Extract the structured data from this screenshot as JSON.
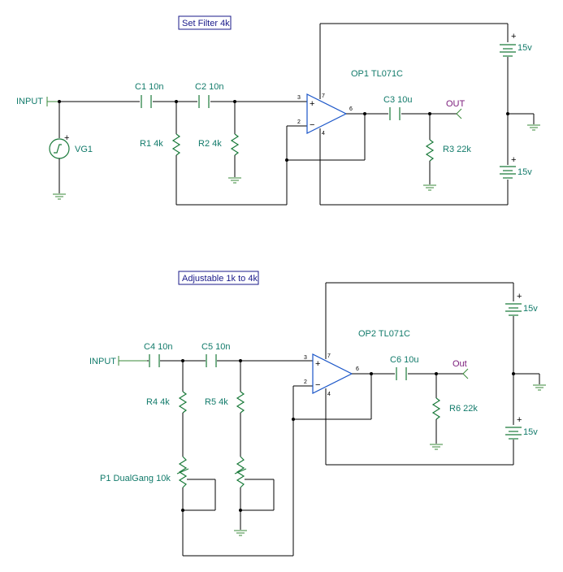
{
  "top": {
    "title": "Set Filter 4k",
    "input": "INPUT",
    "output": "OUT",
    "source": "VG1",
    "c1": "C1 10n",
    "c2": "C2 10n",
    "c3": "C3 10u",
    "r1": "R1 4k",
    "r2": "R2 4k",
    "r3": "R3 22k",
    "opamp": "OP1 TL071C",
    "v_pos": "15v",
    "v_neg": "15v",
    "pin_in_plus": "3",
    "pin_in_minus": "2",
    "pin_out": "6",
    "pin_vp": "7",
    "pin_vn": "4"
  },
  "bottom": {
    "title": "Adjustable 1k to 4k",
    "input": "INPUT",
    "output": "Out",
    "c4": "C4 10n",
    "c5": "C5 10n",
    "c6": "C6 10u",
    "r4": "R4 4k",
    "r5": "R5 4k",
    "r6": "R6 22k",
    "pot": "P1  DualGang 10k",
    "opamp": "OP2 TL071C",
    "v_pos": "15v",
    "v_neg": "15v",
    "pin_in_plus": "3",
    "pin_in_minus": "2",
    "pin_out": "6",
    "pin_vp": "7",
    "pin_vn": "4"
  },
  "symbols": {
    "plus": "+",
    "minus": "−"
  },
  "colors": {
    "wire": "#000000",
    "component": "#1a7a3a",
    "opamp": "#1a55c8",
    "label": "#117a6a",
    "port_label": "#7a1a7a",
    "title_border": "#1a1a8a"
  }
}
